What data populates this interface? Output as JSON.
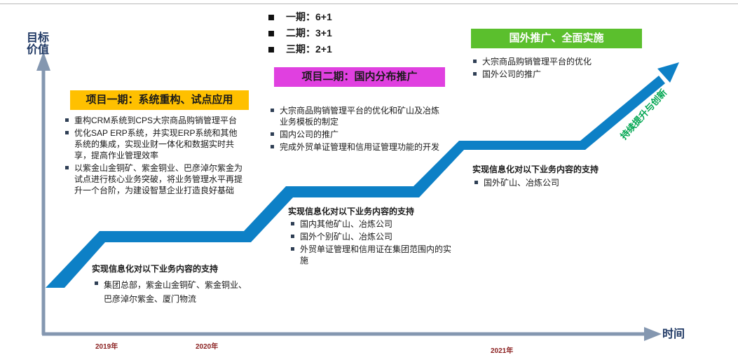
{
  "axes": {
    "y_label_line1": "目标",
    "y_label_line2": "价值",
    "x_label": "时间"
  },
  "years": [
    "2019年",
    "2020年",
    "2021年"
  ],
  "colors": {
    "axis": "#8497b0",
    "path": "#0d80c6",
    "phase1": "#ffc000",
    "phase2": "#e040e0",
    "phase3": "#5bbf2d",
    "arrow_text": "#00a651"
  },
  "top_list": [
    "一期：6+1",
    "二期：3+1",
    "三期：2+1"
  ],
  "phase1": {
    "title": "项目一期：系统重构、试点应用",
    "items": [
      "重构CRM系统到CPS大宗商品购销管理平台",
      "优化SAP ERP系统，并实现ERP系统和其他系统的集成，实现业财一体化和数据实时共享，提高作业管理效率",
      "以紫金山金铜矿、紫金铜业、巴彦淖尔紫金为试点进行核心业务突破，将业务管理水平再提升一个台阶，为建设智慧企业打造良好基础"
    ],
    "support_title": "实现信息化对以下业务内容的支持",
    "support_items": [
      "集团总部，紫金山金铜矿、紫金铜业、巴彦淖尔紫金、厦门物流"
    ]
  },
  "phase2": {
    "title": "项目二期：国内分布推广",
    "items": [
      "大宗商品购销管理平台的优化和矿山及冶炼业务模板的制定",
      "国内公司的推广",
      "完成外贸单证管理和信用证管理功能的开发"
    ],
    "support_title": "实现信息化对以下业务内容的支持",
    "support_items": [
      "国内其他矿山、冶炼公司",
      "国外个别矿山、冶炼公司",
      "外贸单证管理和信用证在集团范围内的实施"
    ]
  },
  "phase3": {
    "title": "国外推广、全面实施",
    "items": [
      "大宗商品购销管理平台的优化",
      "国外公司的推广"
    ],
    "support_title": "实现信息化对以下业务内容的支持",
    "support_items": [
      "国外矿山、冶炼公司"
    ]
  },
  "arrow_text": "持续提升与创新"
}
